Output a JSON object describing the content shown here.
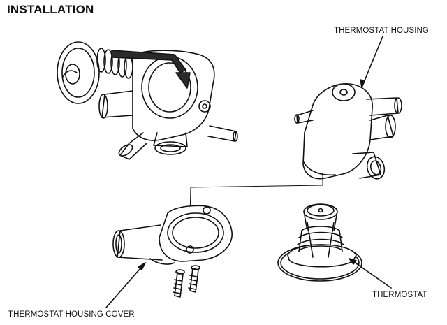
{
  "diagram": {
    "title": "INSTALLATION",
    "labels": {
      "thermostat_housing": "THERMOSTAT HOUSING",
      "thermostat": "THERMOSTAT",
      "thermostat_housing_cover": "THERMOSTAT HOUSING COVER"
    }
  },
  "colors": {
    "line": "#111111",
    "background": "#ffffff",
    "shade": "#2a2a2a"
  }
}
